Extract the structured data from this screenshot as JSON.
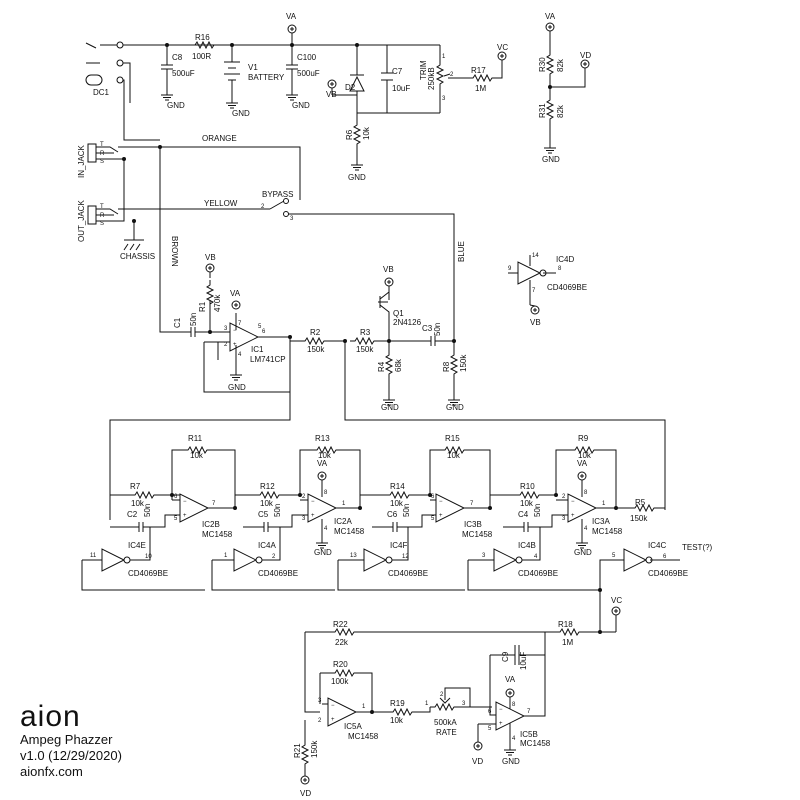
{
  "labels": {
    "va": "VA",
    "vb": "VB",
    "vc": "VC",
    "vd": "VD",
    "gnd": "GND",
    "dc1": "DC1",
    "in_jack": "IN_JACK",
    "out_jack": "OUT_JACK",
    "chassis": "CHASSIS",
    "orange": "ORANGE",
    "yellow": "YELLOW",
    "brown": "BROWN",
    "blue": "BLUE",
    "bypass": "BYPASS",
    "test": "TEST(?)",
    "t": "T",
    "r": "R",
    "s": "S",
    "p1": "1",
    "p2": "2",
    "p3": "3",
    "p4": "4",
    "p5": "5",
    "p6": "6",
    "p7": "7",
    "p8": "8",
    "p9": "9",
    "p10": "10",
    "p11": "11",
    "p12": "12",
    "p13": "13",
    "p14": "14"
  },
  "components": {
    "r16": {
      "ref": "R16",
      "val": "100R"
    },
    "c8": {
      "ref": "C8",
      "val": "500uF"
    },
    "v1": {
      "ref": "V1",
      "val": "BATTERY"
    },
    "c100": {
      "ref": "C100",
      "val": "500uF"
    },
    "d2": {
      "ref": "D2"
    },
    "c7": {
      "ref": "C7",
      "val": "10uF"
    },
    "trim": {
      "ref": "TRIM",
      "val": "250kB"
    },
    "r17": {
      "ref": "R17",
      "val": "1M"
    },
    "r6": {
      "ref": "R6",
      "val": "10k"
    },
    "r30": {
      "ref": "R30",
      "val": "82k"
    },
    "r31": {
      "ref": "R31",
      "val": "82k"
    },
    "c1": {
      "ref": "C1",
      "val": "50n"
    },
    "r1": {
      "ref": "R1",
      "val": "470k"
    },
    "ic1": {
      "ref": "IC1",
      "val": "LM741CP"
    },
    "r2": {
      "ref": "R2",
      "val": "150k"
    },
    "q1": {
      "ref": "Q1",
      "val": "2N4126"
    },
    "r3": {
      "ref": "R3",
      "val": "150k"
    },
    "r4": {
      "ref": "R4",
      "val": "68k"
    },
    "c3": {
      "ref": "C3",
      "val": "50n"
    },
    "r8": {
      "ref": "R8",
      "val": "150k"
    },
    "ic4d": {
      "ref": "IC4D",
      "val": "CD4069BE"
    },
    "r11": {
      "ref": "R11",
      "val": "10k"
    },
    "r7": {
      "ref": "R7",
      "val": "10k"
    },
    "c2": {
      "ref": "C2",
      "val": "50n"
    },
    "ic2b": {
      "ref": "IC2B",
      "val": "MC1458"
    },
    "r13": {
      "ref": "R13",
      "val": "10k"
    },
    "r12": {
      "ref": "R12",
      "val": "10k"
    },
    "c5": {
      "ref": "C5",
      "val": "50n"
    },
    "ic2a": {
      "ref": "IC2A",
      "val": "MC1458"
    },
    "r15": {
      "ref": "R15",
      "val": "10k"
    },
    "r14": {
      "ref": "R14",
      "val": "10k"
    },
    "c6": {
      "ref": "C6",
      "val": "50n"
    },
    "ic3b": {
      "ref": "IC3B",
      "val": "MC1458"
    },
    "r9": {
      "ref": "R9",
      "val": "10k"
    },
    "r10": {
      "ref": "R10",
      "val": "10k"
    },
    "c4": {
      "ref": "C4",
      "val": "50n"
    },
    "ic3a": {
      "ref": "IC3A",
      "val": "MC1458"
    },
    "r5": {
      "ref": "R5",
      "val": "150k"
    },
    "ic4e": {
      "ref": "IC4E",
      "val": "CD4069BE"
    },
    "ic4a": {
      "ref": "IC4A",
      "val": "CD4069BE"
    },
    "ic4f": {
      "ref": "IC4F",
      "val": "CD4069BE"
    },
    "ic4b": {
      "ref": "IC4B",
      "val": "CD4069BE"
    },
    "ic4c": {
      "ref": "IC4C",
      "val": "CD4069BE"
    },
    "r22": {
      "ref": "R22",
      "val": "22k"
    },
    "r20": {
      "ref": "R20",
      "val": "100k"
    },
    "ic5a": {
      "ref": "IC5A",
      "val": "MC1458"
    },
    "r19": {
      "ref": "R19",
      "val": "10k"
    },
    "rate": {
      "ref": "RATE",
      "val": "500kA"
    },
    "c9": {
      "ref": "C9",
      "val": "10uF"
    },
    "r18": {
      "ref": "R18",
      "val": "1M"
    },
    "ic5b": {
      "ref": "IC5B",
      "val": "MC1458"
    },
    "r21": {
      "ref": "R21",
      "val": "150k"
    }
  },
  "branding": {
    "logo": "aion",
    "title": "Ampeg Phazzer",
    "version": "v1.0 (12/29/2020)",
    "url": "aionfx.com"
  }
}
